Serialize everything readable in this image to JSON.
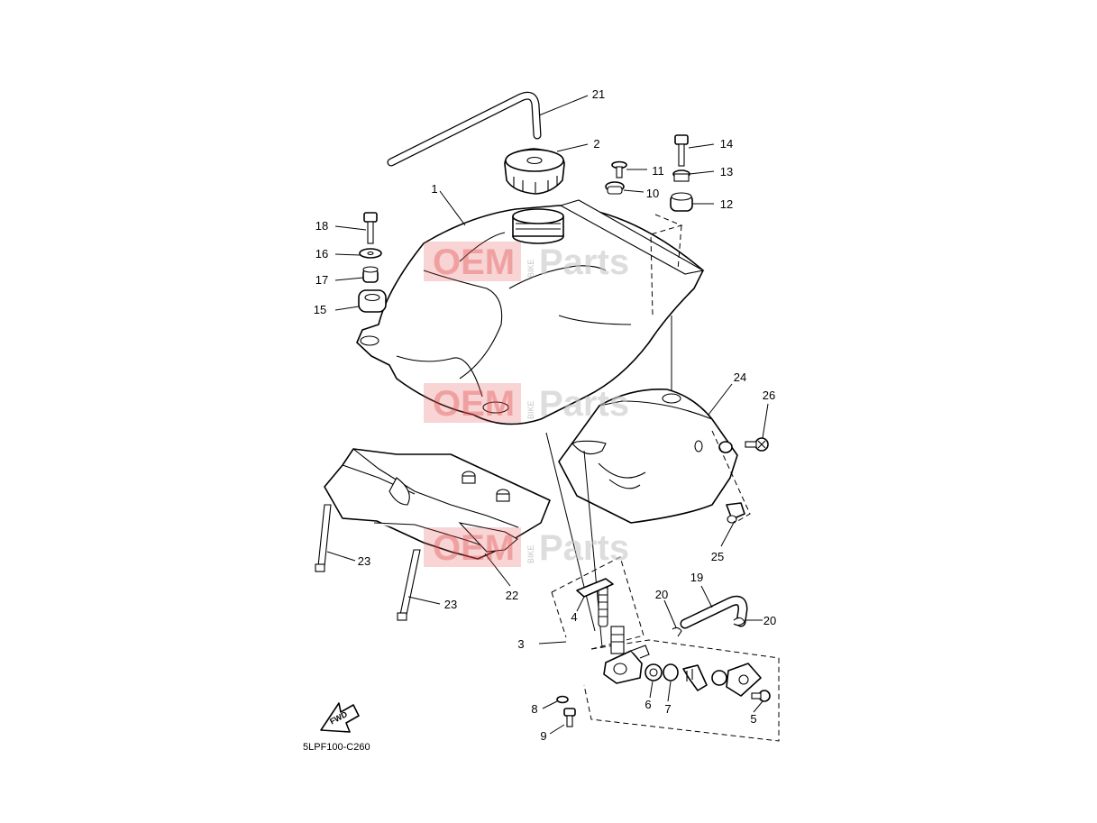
{
  "diagram_code": "5LPF100-C260",
  "fwd_label": "FWD",
  "watermark": {
    "oem": "OEM",
    "bike": "BIKE",
    "parts": "Parts",
    "red": "#e04848",
    "grey": "#c8c8c8"
  },
  "callouts": [
    {
      "id": "c1",
      "text": "1"
    },
    {
      "id": "c2",
      "text": "2"
    },
    {
      "id": "c3",
      "text": "3"
    },
    {
      "id": "c4",
      "text": "4"
    },
    {
      "id": "c5",
      "text": "5"
    },
    {
      "id": "c6",
      "text": "6"
    },
    {
      "id": "c7",
      "text": "7"
    },
    {
      "id": "c8",
      "text": "8"
    },
    {
      "id": "c9",
      "text": "9"
    },
    {
      "id": "c10",
      "text": "10"
    },
    {
      "id": "c11",
      "text": "11"
    },
    {
      "id": "c12",
      "text": "12"
    },
    {
      "id": "c13",
      "text": "13"
    },
    {
      "id": "c14",
      "text": "14"
    },
    {
      "id": "c15",
      "text": "15"
    },
    {
      "id": "c16",
      "text": "16"
    },
    {
      "id": "c17",
      "text": "17"
    },
    {
      "id": "c18",
      "text": "18"
    },
    {
      "id": "c19",
      "text": "19"
    },
    {
      "id": "c20a",
      "text": "20"
    },
    {
      "id": "c20b",
      "text": "20"
    },
    {
      "id": "c21",
      "text": "21"
    },
    {
      "id": "c22",
      "text": "22"
    },
    {
      "id": "c23a",
      "text": "23"
    },
    {
      "id": "c23b",
      "text": "23"
    },
    {
      "id": "c24",
      "text": "24"
    },
    {
      "id": "c25",
      "text": "25"
    },
    {
      "id": "c26",
      "text": "26"
    }
  ]
}
